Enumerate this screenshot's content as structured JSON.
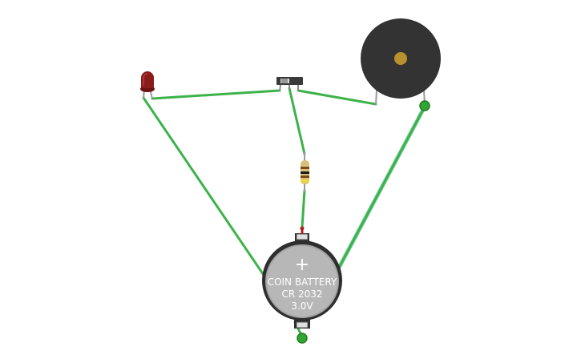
{
  "circuit": {
    "battery": {
      "symbol": "+",
      "line1": "COIN BATTERY",
      "line2": "CR 2032",
      "line3": "3.0V"
    },
    "components": [
      "red-led",
      "slide-switch",
      "resistor",
      "coin-battery",
      "piezo-buzzer"
    ],
    "colors": {
      "wire": "#3cb34a",
      "led": "#8b1a1a",
      "buzzer": "#333333",
      "buzzer_center": "#b8902d",
      "battery_holder": "#2e2e2e",
      "battery_cell": "#b7b7b7",
      "terminal": "#33a532"
    }
  }
}
